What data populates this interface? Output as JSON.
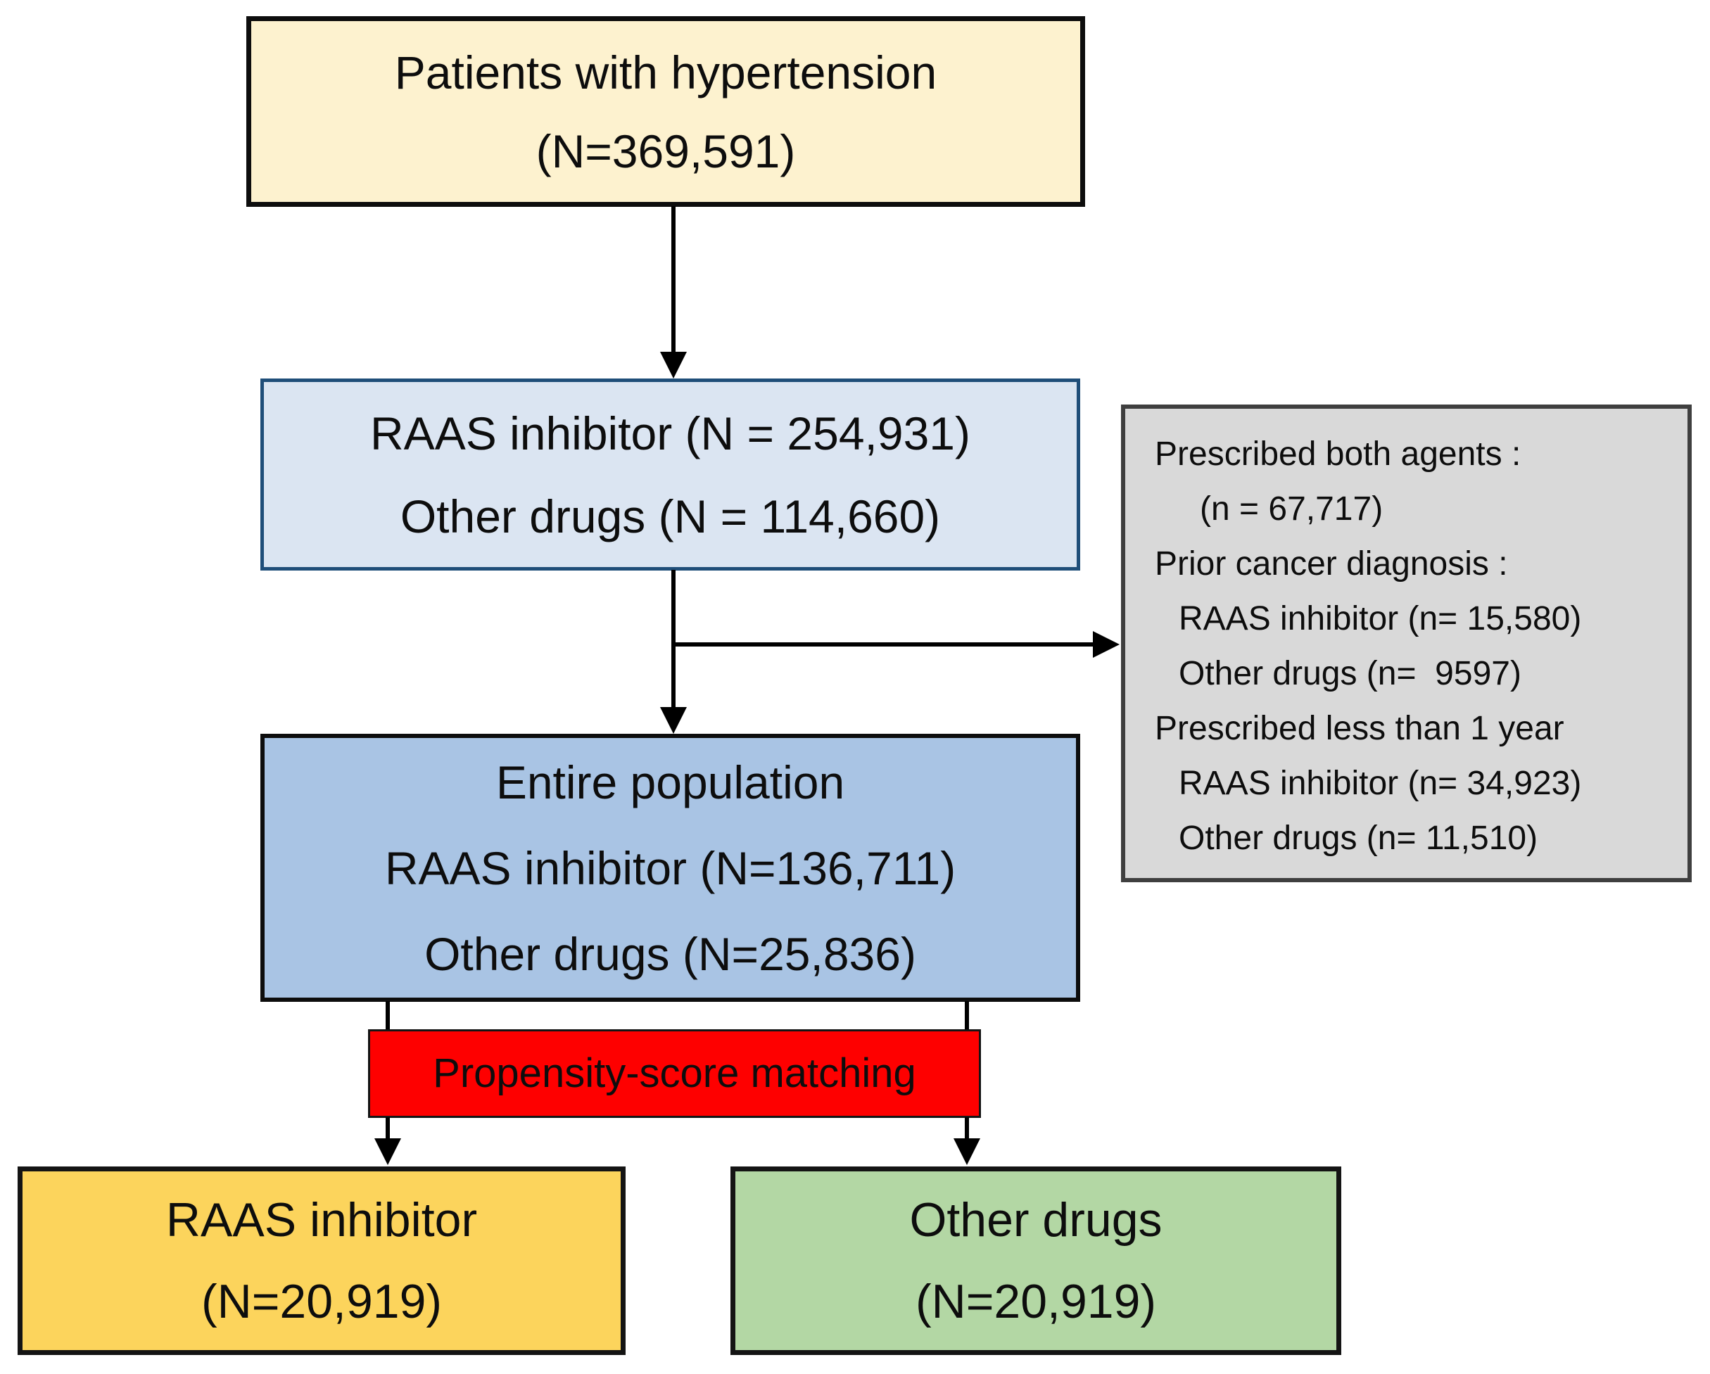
{
  "diagram": {
    "boxes": {
      "hypertension": {
        "lines": [
          "Patients with hypertension",
          "(N=369,591)"
        ]
      },
      "initial_drugs": {
        "lines": [
          "RAAS inhibitor (N = 254,931)",
          "Other drugs (N = 114,660)"
        ]
      },
      "exclusions": {
        "lines": [
          "Prescribed both agents :",
          "(n = 67,717)",
          "Prior cancer diagnosis :",
          "RAAS inhibitor (n= 15,580)",
          "Other drugs (n=  9597)",
          "Prescribed less than 1 year",
          "RAAS inhibitor (n= 34,923)",
          "Other drugs (n= 11,510)"
        ]
      },
      "entire_population": {
        "lines": [
          "Entire population",
          "RAAS inhibitor (N=136,711)",
          "Other drugs (N=25,836)"
        ]
      },
      "matching": {
        "lines": [
          "Propensity-score matching"
        ]
      },
      "raas_matched": {
        "lines": [
          "RAAS inhibitor",
          "(N=20,919)"
        ]
      },
      "other_matched": {
        "lines": [
          "Other drugs",
          "(N=20,919)"
        ]
      }
    },
    "colors": {
      "hypertension_bg": "#fdf2cf",
      "initial_drugs_bg": "#dbe5f2",
      "initial_drugs_border": "#1f4e79",
      "exclusions_bg": "#d9d9d9",
      "exclusions_border": "#3f3f3f",
      "entire_population_bg": "#a9c4e4",
      "matching_bg": "#fe0000",
      "raas_matched_bg": "#fcd45c",
      "other_matched_bg": "#b3d7a4",
      "connector_color": "#000000",
      "text_color": "#0d0d0d"
    }
  }
}
